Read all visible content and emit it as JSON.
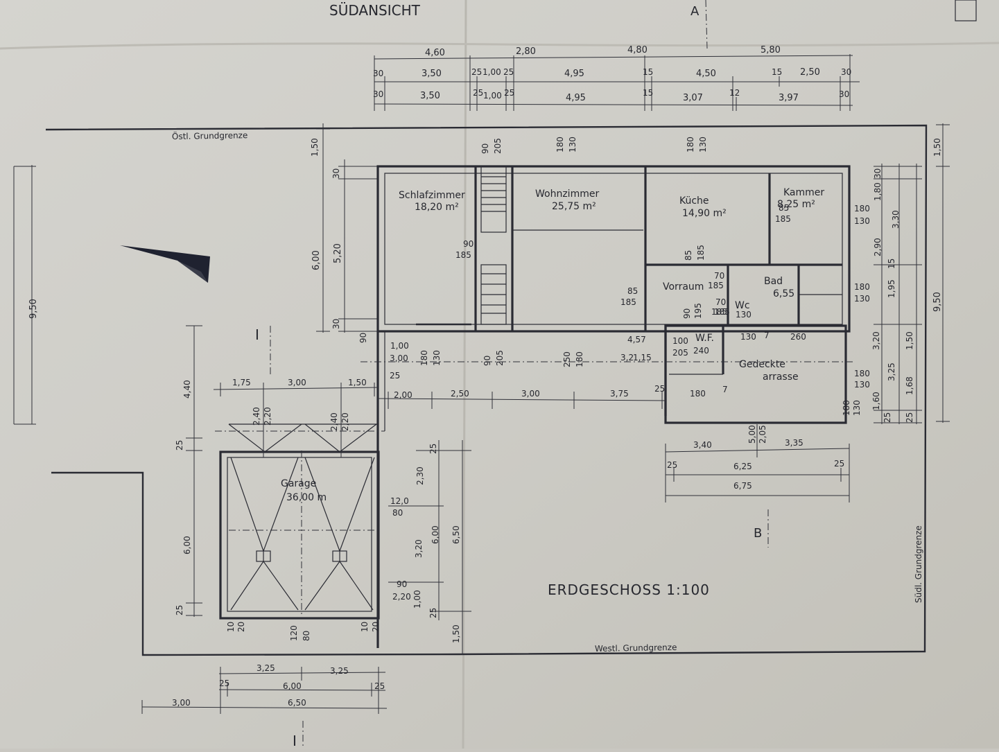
{
  "header": {
    "view_title": "SÜDANSICHT",
    "section_a": "A",
    "section_b": "B",
    "section_i_top": "I",
    "section_i_bottom": "I"
  },
  "plan": {
    "title": "ERDGESCHOSS 1:100",
    "boundaries": {
      "east": "Östl. Grundgrenze",
      "west": "Westl. Grundgrenze",
      "south": "Südl. Grundgrenze"
    }
  },
  "rooms": {
    "schlafzimmer": {
      "name": "Schlafzimmer",
      "area": "18,20 m²"
    },
    "wohnzimmer": {
      "name": "Wohnzimmer",
      "area": "25,75 m²"
    },
    "kueche": {
      "name": "Küche",
      "area": "14,90 m²"
    },
    "kammer": {
      "name": "Kammer",
      "area": "8,25 m²"
    },
    "vorraum": {
      "name": "Vorraum",
      "dim": "185"
    },
    "bad": {
      "name": "Bad",
      "area": "6,55"
    },
    "wc": {
      "name": "Wc",
      "dim": "130"
    },
    "wf": {
      "name": "W.F."
    },
    "terrasse": {
      "name_line1": "Gedeckte",
      "name_line2": "arrasse"
    },
    "garage": {
      "name": "Garage",
      "area": "36,00 m"
    }
  },
  "dims": {
    "top1": [
      "4,60",
      "2,80",
      "4,80",
      "5,80"
    ],
    "top2": [
      "30",
      "3,50",
      "25",
      "1,00",
      "25",
      "4,95",
      "15",
      "4,50",
      "15",
      "2,50",
      "30"
    ],
    "top3": [
      "30",
      "3,50",
      "25",
      "1,00",
      "25",
      "4,95",
      "15",
      "3,07",
      "12",
      "3,97",
      "30"
    ],
    "left": [
      "9,50",
      "1,50",
      "30",
      "5,20",
      "6,00",
      "30"
    ],
    "right": [
      "30",
      "1,80",
      "3,30",
      "2,90",
      "15",
      "1,95",
      "3,20",
      "1,50",
      "3,25",
      "1,60",
      "25",
      "9,50",
      "1,50",
      "1,68",
      "25"
    ],
    "openings": [
      "90",
      "205",
      "180",
      "130",
      "180",
      "130",
      "180",
      "130",
      "85",
      "185",
      "90",
      "185",
      "85",
      "185",
      "70",
      "185",
      "70",
      "185",
      "85",
      "185",
      "90",
      "195",
      "180",
      "130",
      "180",
      "130",
      "180",
      "130",
      "250",
      "180",
      "90",
      "205",
      "180",
      "130",
      "100",
      "205",
      "240",
      "130",
      "7",
      "260",
      "180",
      "7"
    ],
    "under_house": [
      "1,00",
      "3,00",
      "25",
      "2,00",
      "2,50",
      "3,00",
      "3,75",
      "25",
      "4,57",
      "3,2",
      "1,15",
      "90"
    ],
    "terrace_bottom": [
      "3,40",
      "5,00",
      "2,05",
      "3,35",
      "25",
      "6,25",
      "25",
      "6,75"
    ],
    "garage_top": [
      "1,75",
      "3,00",
      "1,50",
      "2,40",
      "2,20",
      "2,40",
      "2,20",
      "4,40",
      "25"
    ],
    "garage_right": [
      "25",
      "2,30",
      "12,0",
      "80",
      "3,20",
      "6,00",
      "6,50",
      "90",
      "2,20",
      "1,00",
      "25",
      "1,50"
    ],
    "garage_left": [
      "6,00",
      "25"
    ],
    "garage_bottom": [
      "10",
      "20",
      "120",
      "80",
      "10",
      "20",
      "3,25",
      "3,25",
      "25",
      "6,00",
      "25",
      "3,00",
      "6,50"
    ]
  }
}
